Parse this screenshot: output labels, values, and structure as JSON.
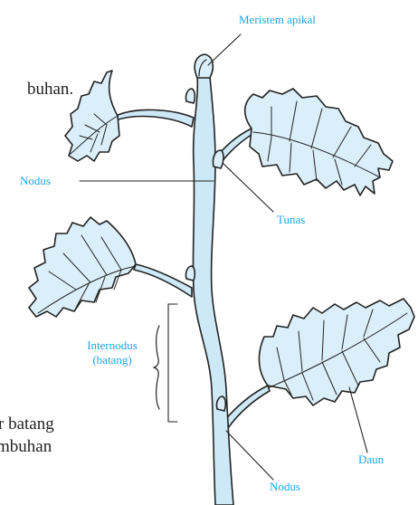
{
  "colors": {
    "label": "#1aa6e0",
    "stem_fill": "#cde9f7",
    "leaf_fill": "#dbeffa",
    "outline": "#222222"
  },
  "body_text": {
    "line1": "buhan.",
    "line2": "r batang",
    "line3": "mbuhan"
  },
  "labels": {
    "meristem": "Meristem apikal",
    "nodus_top": "Nodus",
    "tunas": "Tunas",
    "internodus_line1": "Internodus",
    "internodus_line2": "(batang)",
    "daun": "Daun",
    "nodus_bottom": "Nodus"
  }
}
